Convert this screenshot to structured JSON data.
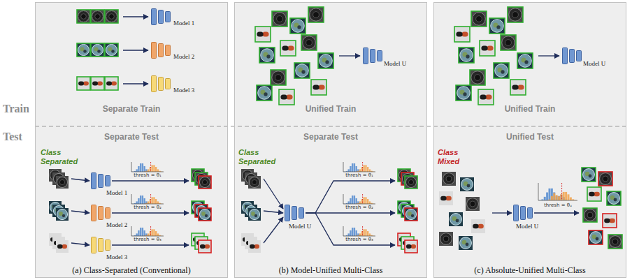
{
  "diagram": {
    "nodes": [
      {
        "text": [
          "Separate Train",
          "Separate Test",
          "Class Separated",
          "(a) Class-Separated (Conventional)"
        ]
      },
      {
        "text": [
          "Model 1"
        ],
        "in": 0
      },
      {
        "text": [
          "Model 2"
        ],
        "in": 0
      },
      {
        "text": [
          "Model 3"
        ],
        "in": 0
      },
      {
        "text": [
          "Model 1"
        ],
        "in": 0
      },
      {
        "text": [
          "Model 2"
        ],
        "in": 0
      },
      {
        "text": [
          "Model 3"
        ],
        "in": 0
      },
      {
        "text": [
          "Unified Train",
          "Separate Test",
          "Class Separated",
          "(b) Model-Unified Multi-Class"
        ]
      },
      {
        "text": [
          "Model U"
        ],
        "in": 7
      },
      {
        "text": [
          "Model U"
        ],
        "in": 7
      },
      {
        "text": [
          "Unified Train",
          "Unified Test",
          "Class Mixed",
          "(c) Absolute-Unified Multi-Class"
        ]
      },
      {
        "text": [
          "Model U"
        ],
        "in": 10
      },
      {
        "text": [
          "Model U"
        ],
        "in": 10
      }
    ],
    "labels": [
      "Train",
      "Test",
      "thresh = θ₁",
      "thresh = θ₂",
      "thresh = θ₃",
      "thresh = θ₁",
      "thresh = θ₂",
      "thresh = θ₃",
      "thresh = θᵤ"
    ]
  }
}
